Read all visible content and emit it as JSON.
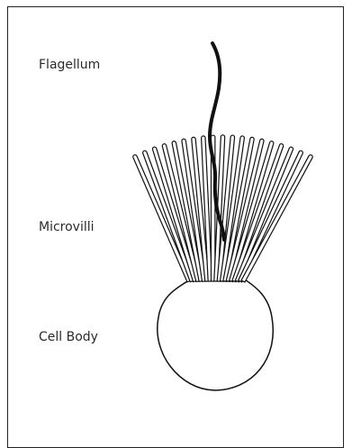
{
  "labels": {
    "flagellum": "Flagellum",
    "microvilli": "Microvilli",
    "cell_body": "Cell Body"
  },
  "colors": {
    "stroke": "#111111",
    "background": "#ffffff"
  }
}
